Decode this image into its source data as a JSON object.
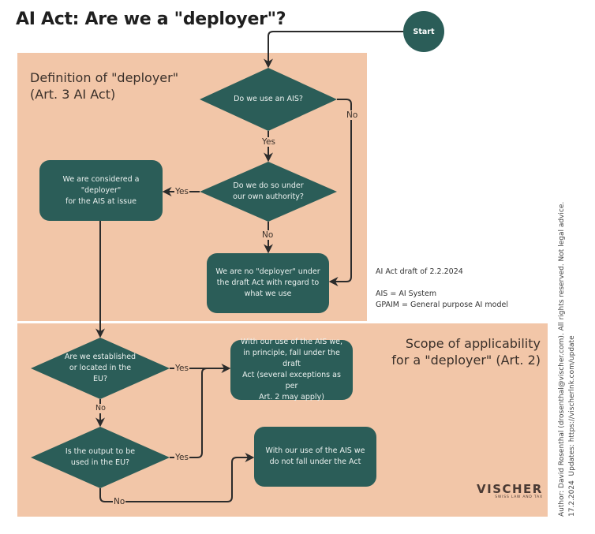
{
  "title": "AI Act: Are we a \"deployer\"?",
  "colors": {
    "node_fill": "#2b5d58",
    "panel_fill": "#f2c6a8",
    "connector": "#2b2b2b",
    "node_text": "#ecf2f0"
  },
  "sections": {
    "definition": {
      "title": "Definition of \"deployer\"\n(Art. 3 AI Act)"
    },
    "scope": {
      "title": "Scope of applicability\nfor a  \"deployer\" (Art. 2)"
    }
  },
  "nodes": {
    "start": {
      "label": "Start",
      "shape": "circle"
    },
    "q_use_ais": {
      "label": "Do we use an AIS?",
      "shape": "diamond"
    },
    "q_own_authority": {
      "label": "Do we do so under\nour own authority?",
      "shape": "diamond"
    },
    "r_deployer": {
      "label": "We are considered a \"deployer\"\nfor the AIS at issue",
      "shape": "rounded-rect"
    },
    "r_no_deployer": {
      "label": "We are no \"deployer\" under\nthe draft Act with regard to\nwhat we use",
      "shape": "rounded-rect"
    },
    "q_established_eu": {
      "label": "Are we established\nor located in the\nEU?",
      "shape": "diamond"
    },
    "q_output_eu": {
      "label": "Is the output to be\nused in the EU?",
      "shape": "diamond"
    },
    "r_fall_under": {
      "label": "With our use of the AIS we,\nin principle, fall under the draft\nAct (several exceptions as per\nArt. 2 may apply)",
      "shape": "rounded-rect"
    },
    "r_not_fall_under": {
      "label": "With our use of the AIS we\ndo not fall under the Act",
      "shape": "rounded-rect"
    }
  },
  "edges": [
    {
      "from": "start",
      "to": "q_use_ais",
      "label": ""
    },
    {
      "from": "q_use_ais",
      "to": "q_own_authority",
      "label": "Yes"
    },
    {
      "from": "q_use_ais",
      "to": "r_no_deployer",
      "label": "No"
    },
    {
      "from": "q_own_authority",
      "to": "r_deployer",
      "label": "Yes"
    },
    {
      "from": "q_own_authority",
      "to": "r_no_deployer",
      "label": "No"
    },
    {
      "from": "r_deployer",
      "to": "q_established_eu",
      "label": ""
    },
    {
      "from": "q_established_eu",
      "to": "r_fall_under",
      "label": "Yes"
    },
    {
      "from": "q_established_eu",
      "to": "q_output_eu",
      "label": "No"
    },
    {
      "from": "q_output_eu",
      "to": "r_fall_under",
      "label": "Yes"
    },
    {
      "from": "q_output_eu",
      "to": "r_not_fall_under",
      "label": "No"
    }
  ],
  "edge_labels": {
    "yes": "Yes",
    "no": "No"
  },
  "notes": "AI Act draft of 2.2.2024\n\nAIS = AI System\nGPAIM = General purpose AI model",
  "side_note": "Author: David Rosenthal (drosenthal@vischer.com). All rights reserved. Not legal advice.\n17.2.2024  Updates: https://vischerlnk.com/update",
  "logo": {
    "name": "VISCHER",
    "tagline": "SWISS LAW AND TAX"
  }
}
